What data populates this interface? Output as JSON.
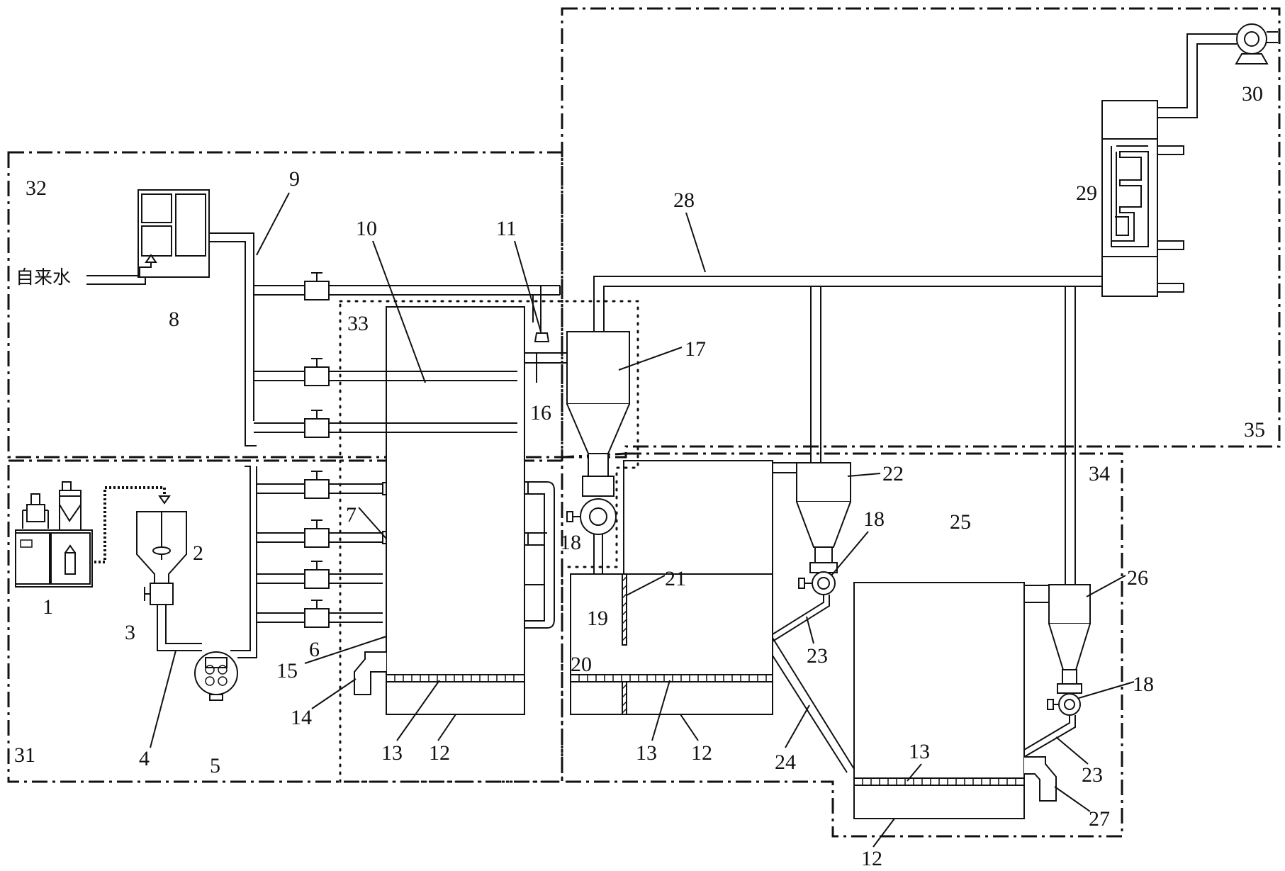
{
  "labels": {
    "l1": "1",
    "l2": "2",
    "l3": "3",
    "l4": "4",
    "l5": "5",
    "l6": "6",
    "l7": "7",
    "l8": "8",
    "l9": "9",
    "l10": "10",
    "l11": "11",
    "l12a": "12",
    "l12b": "12",
    "l12c": "12",
    "l13a": "13",
    "l13b": "13",
    "l13c": "13",
    "l14": "14",
    "l15": "15",
    "l16": "16",
    "l17": "17",
    "l18a": "18",
    "l18b": "18",
    "l18c": "18",
    "l19": "19",
    "l20": "20",
    "l21": "21",
    "l22": "22",
    "l23a": "23",
    "l23b": "23",
    "l24": "24",
    "l25": "25",
    "l26": "26",
    "l27": "27",
    "l28": "28",
    "l29": "29",
    "l30": "30",
    "l31": "31",
    "l32": "32",
    "l33": "33",
    "l34": "34",
    "l35": "35"
  },
  "inlet_label": "自来水"
}
